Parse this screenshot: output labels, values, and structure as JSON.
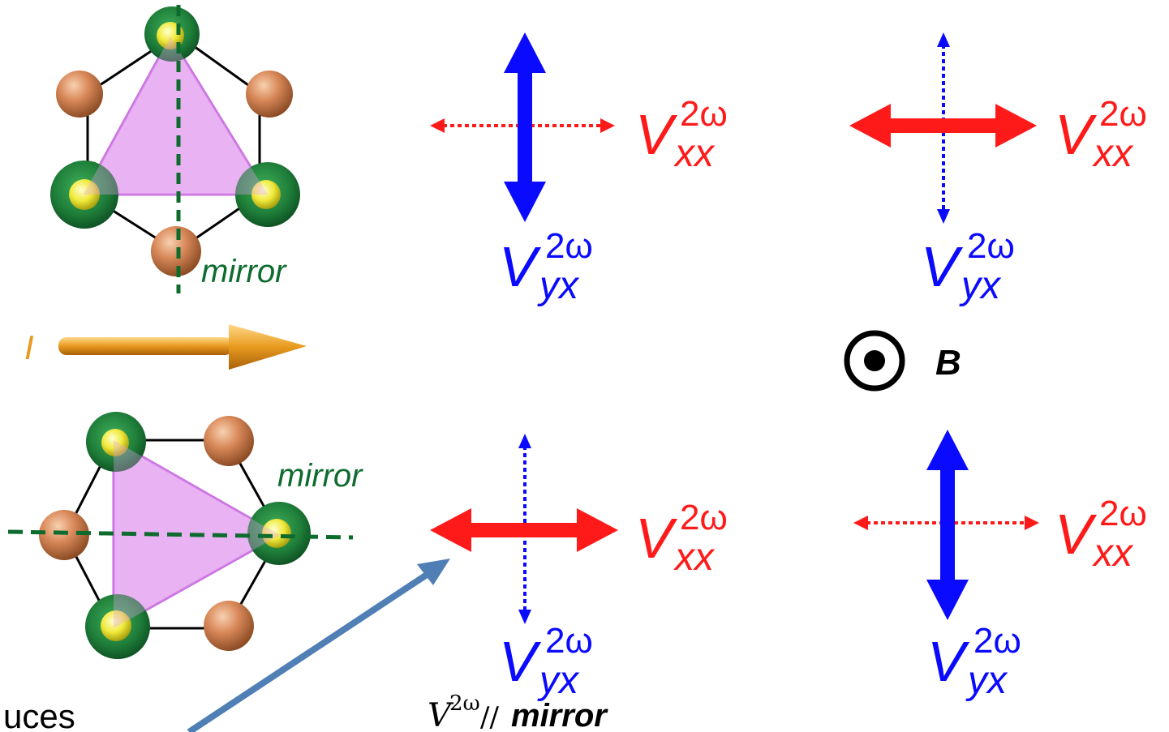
{
  "colors": {
    "red": "#ff1a1a",
    "blue": "#0a0aff",
    "green": "#0e6b2e",
    "orange": "#e89a1e",
    "black": "#000000",
    "triangle_fill": "#e6a3f0",
    "triangle_stroke": "#c86fe0",
    "pointer_arrow": "#4f7fb5"
  },
  "labels": {
    "mirror": "mirror",
    "current": "I",
    "field": "B",
    "v": "V",
    "two_omega": "2ω",
    "xx": "xx",
    "yx": "yx",
    "bottom_caption_prefix": "//",
    "bottom_caption_word": "mirror",
    "cut_text": "uces"
  },
  "panels": [
    {
      "id": "top-left-zero-field",
      "vxx": "weak",
      "vyx": "strong"
    },
    {
      "id": "top-right-with-field",
      "vxx": "strong",
      "vyx": "weak"
    },
    {
      "id": "bottom-left-zero-field",
      "vxx": "strong",
      "vyx": "weak"
    },
    {
      "id": "bottom-right-with-field",
      "vxx": "weak",
      "vyx": "strong"
    }
  ]
}
